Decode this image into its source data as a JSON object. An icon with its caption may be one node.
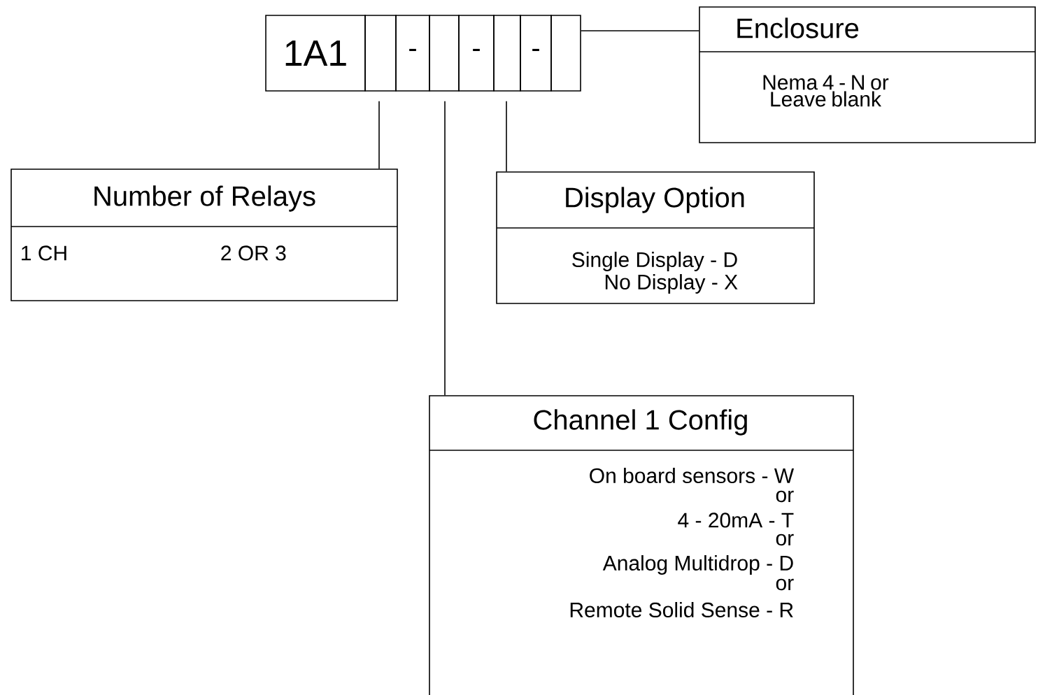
{
  "diagram": {
    "nodes": [
      {
        "text": [
          "1A1"
        ]
      },
      {
        "text": [],
        "shape": "box"
      },
      {
        "text": [
          "-"
        ]
      },
      {
        "text": [],
        "shape": "box"
      },
      {
        "text": [
          "-"
        ]
      },
      {
        "text": [],
        "shape": "box"
      },
      {
        "text": [
          "-"
        ]
      },
      {
        "text": [],
        "shape": "box"
      },
      {
        "text": [
          "Enclosure",
          "Nema 4 - N or Leave blank"
        ]
      },
      {
        "text": [
          "Number of Relays",
          "1 CH",
          "2 OR 3"
        ]
      },
      {
        "text": [
          "Display Option",
          "Single Display - D",
          "No Display - X"
        ]
      },
      {
        "text": [
          "Channel 1 Config",
          "On board sensors - W",
          "or",
          "4 - 20mA - T",
          "or",
          "Analog Multidrop - D",
          "or",
          "Remote Solid Sense - R"
        ]
      }
    ],
    "edges": [
      {
        "from": 7,
        "to": 8,
        "arrow": "none"
      },
      {
        "from": 1,
        "to": 9,
        "arrow": "none"
      },
      {
        "from": 5,
        "to": 10,
        "arrow": "none"
      },
      {
        "from": 3,
        "to": 11,
        "arrow": "none"
      }
    ]
  }
}
